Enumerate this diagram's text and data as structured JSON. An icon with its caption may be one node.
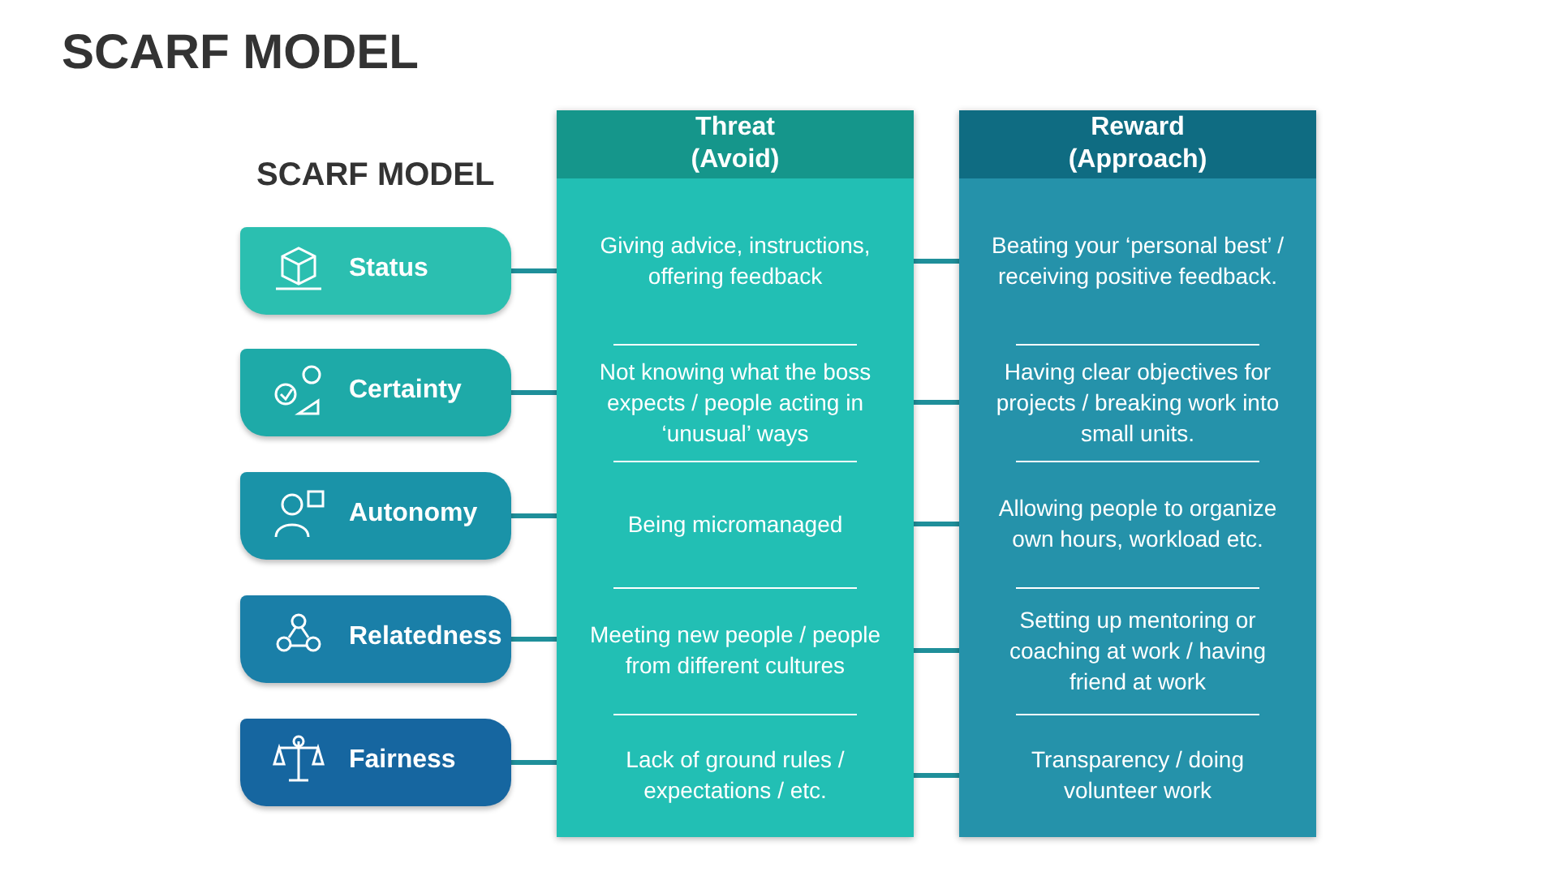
{
  "diagram": {
    "title": "SCARF MODEL",
    "nodes": [
      {
        "text": [
          "Status"
        ]
      },
      {
        "text": [
          "Certainty"
        ]
      },
      {
        "text": [
          "Autonomy"
        ]
      },
      {
        "text": [
          "Relatedness"
        ]
      },
      {
        "text": [
          "Fairness"
        ]
      },
      {
        "text": [
          "Threat (Avoid)"
        ]
      },
      {
        "text": [
          "Giving advice, instructions, offering feedback"
        ],
        "in": 5
      },
      {
        "text": [
          "Not knowing what the boss expects / people acting in ‘unusual’ ways"
        ],
        "in": 5
      },
      {
        "text": [
          "Being micromanaged"
        ],
        "in": 5
      },
      {
        "text": [
          "Meeting new people / people from different cultures"
        ],
        "in": 5
      },
      {
        "text": [
          "Lack of ground rules / expectations / etc."
        ],
        "in": 5
      },
      {
        "text": [
          "Reward (Approach)"
        ]
      },
      {
        "text": [
          "Beating your ‘personal best’ / receiving positive feedback."
        ],
        "in": 11
      },
      {
        "text": [
          "Having clear objectives for projects / breaking work into small units."
        ],
        "in": 11
      },
      {
        "text": [
          "Allowing people to organize own hours, workload etc."
        ],
        "in": 11
      },
      {
        "text": [
          "Setting up mentoring or coaching at work / having friend at work"
        ],
        "in": 11
      },
      {
        "text": [
          "Transparency / doing volunteer work"
        ],
        "in": 11
      }
    ],
    "edges": [
      {
        "from": 0,
        "to": 6,
        "arrow": "none"
      },
      {
        "from": 6,
        "to": 12,
        "arrow": "none"
      },
      {
        "from": 1,
        "to": 7,
        "arrow": "none"
      },
      {
        "from": 7,
        "to": 13,
        "arrow": "none"
      },
      {
        "from": 2,
        "to": 8,
        "arrow": "none"
      },
      {
        "from": 8,
        "to": 14,
        "arrow": "none"
      },
      {
        "from": 3,
        "to": 9,
        "arrow": "none"
      },
      {
        "from": 9,
        "to": 15,
        "arrow": "none"
      },
      {
        "from": 4,
        "to": 10,
        "arrow": "none"
      },
      {
        "from": 10,
        "to": 16,
        "arrow": "none"
      }
    ],
    "labels": [
      "SCARF MODEL"
    ]
  }
}
